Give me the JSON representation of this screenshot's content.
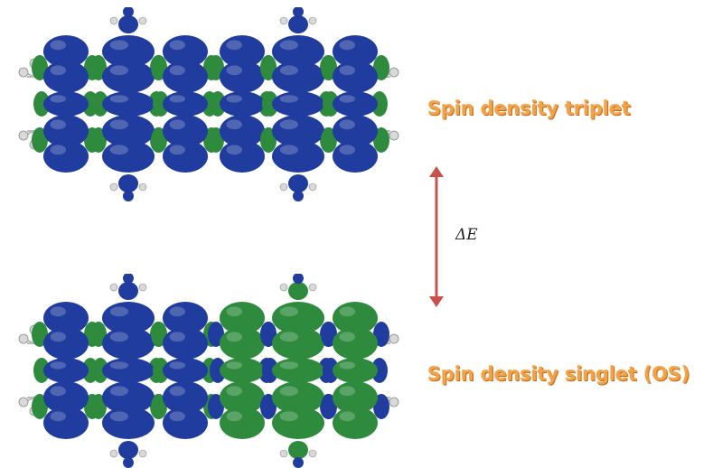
{
  "labels": {
    "triplet": "Spin density triplet",
    "singlet": "Spin density singlet (OS)",
    "energy_gap": "ΔE"
  },
  "colors": {
    "label_text": "#f2a24a",
    "label_shadow": "#c06a16",
    "arrow": "#c9504b",
    "lobe_blue": "#1f3c9e",
    "lobe_green": "#2e8b3d",
    "bond": "#b8b8b8",
    "hydrogen": "#d9d9d9"
  },
  "molecules": [
    {
      "state": "triplet",
      "unit_colors": [
        "blue",
        "blue",
        "blue",
        "blue",
        "blue",
        "blue"
      ]
    },
    {
      "state": "singlet",
      "unit_colors": [
        "blue",
        "blue",
        "blue",
        "green",
        "green",
        "green"
      ]
    }
  ]
}
